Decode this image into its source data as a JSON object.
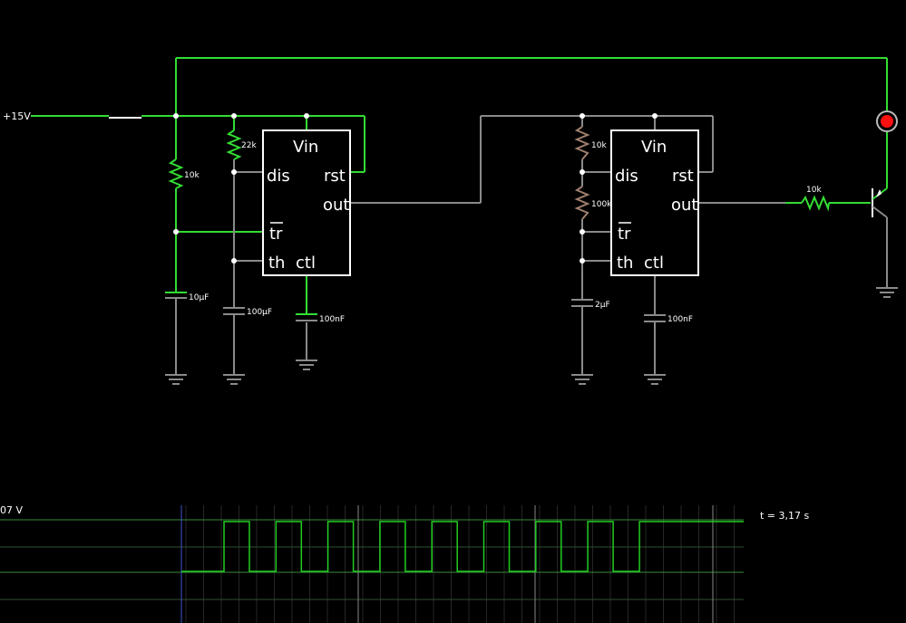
{
  "supply": {
    "label": "+15V"
  },
  "timer1": {
    "vin": "Vin",
    "dis": "dis",
    "rst": "rst",
    "out": "out",
    "tr": "tr",
    "th": "th",
    "ctl": "ctl",
    "r_top": "22k",
    "r_bias": "10k",
    "c_trigger": "10µF",
    "c_timing": "100µF",
    "c_ctl": "100nF"
  },
  "timer2": {
    "vin": "Vin",
    "dis": "dis",
    "rst": "rst",
    "out": "out",
    "tr": "tr",
    "th": "th",
    "ctl": "ctl",
    "r_top": "10k",
    "r_mid": "100k",
    "c_timing": "2µF",
    "c_ctl": "100nF"
  },
  "driver": {
    "r_base": "10k"
  },
  "scope": {
    "voltage_label": "07 V",
    "time_label": "t = 3,17 s"
  },
  "colors": {
    "background": "#000000",
    "wire_active": "#33dd33",
    "wire_idle": "#8a8a8a",
    "component": "#ffffff",
    "resistor_idle": "#a08070",
    "led": "#ff0000",
    "scope_grid": "#2a2a2a",
    "scope_trace": "#22cc22"
  },
  "scope_trace": {
    "pulse_count": 8,
    "state_after": "high"
  }
}
